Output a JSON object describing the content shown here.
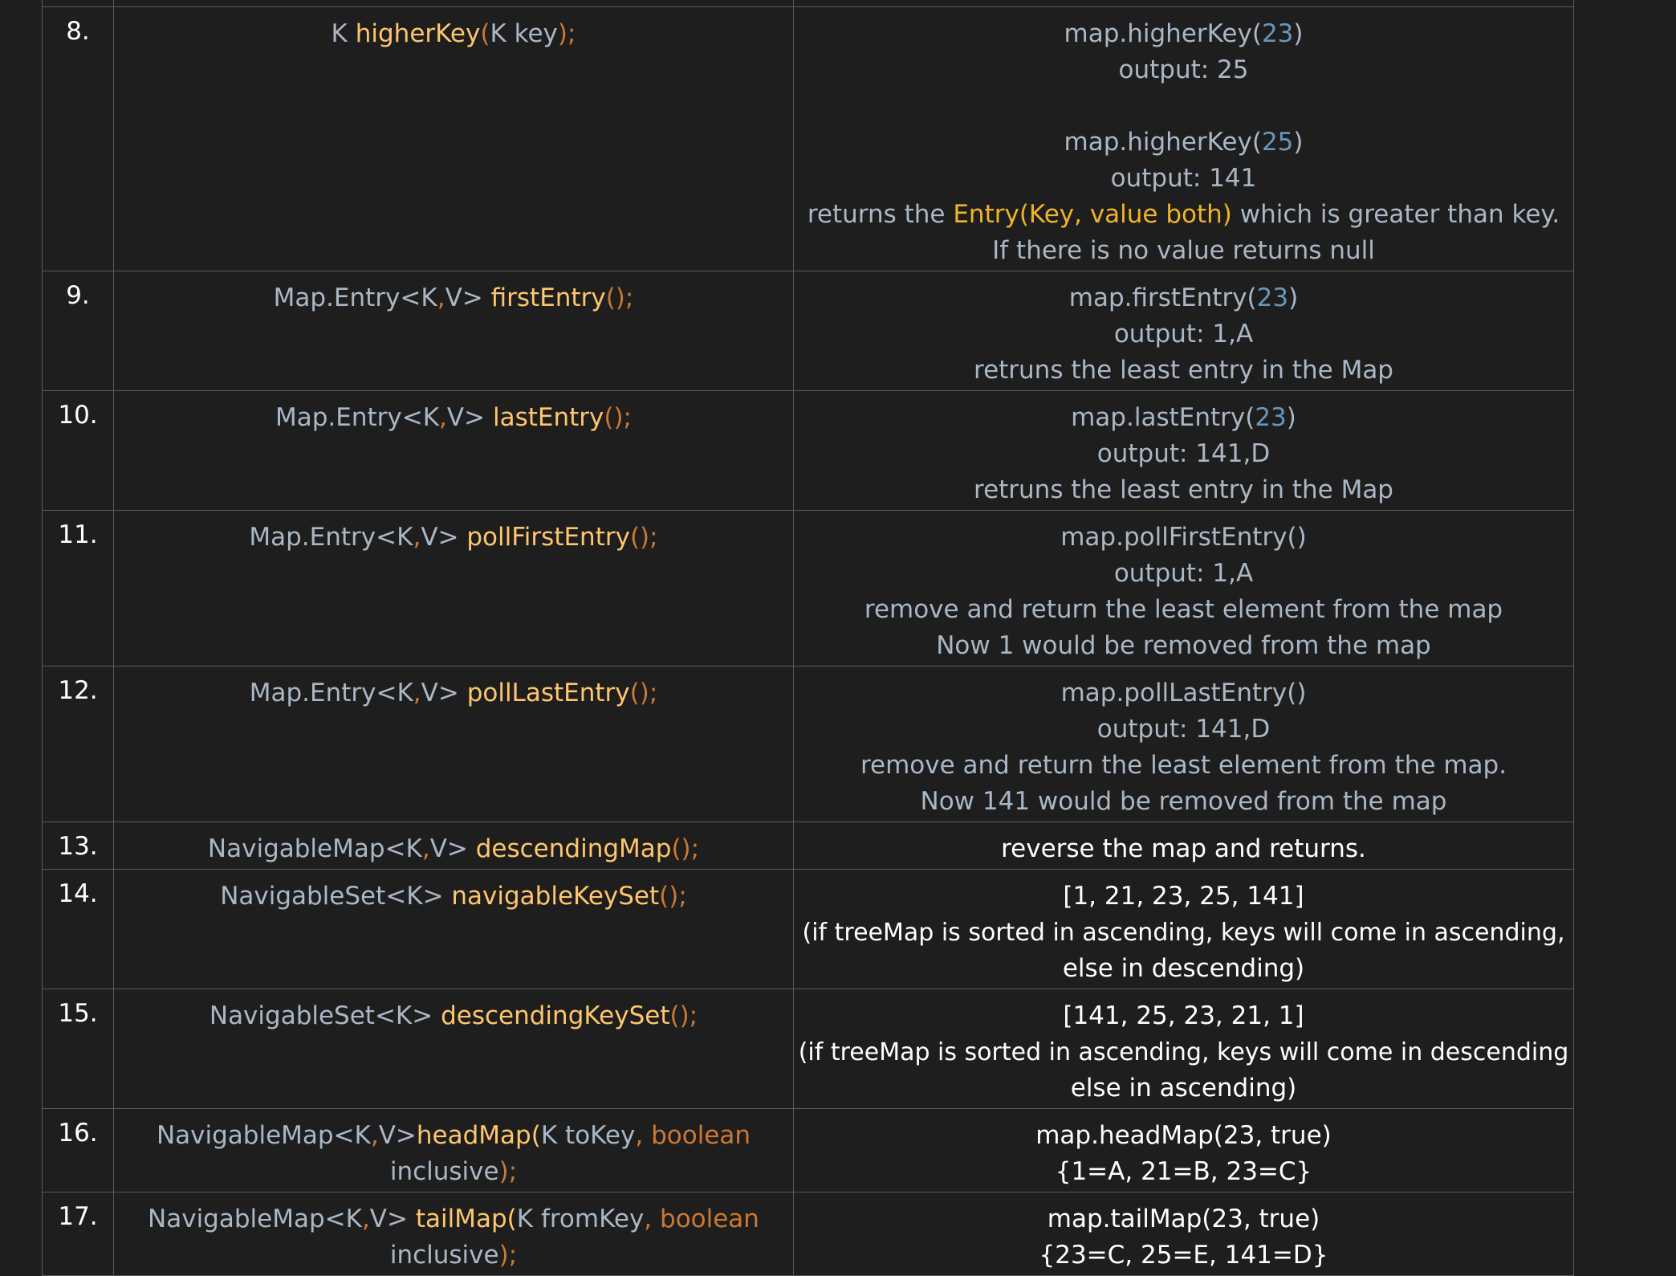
{
  "rows": [
    {
      "num": "8.",
      "sig": {
        "p1": "K ",
        "m": "higherKey",
        "p2": "(",
        "p3": "K key",
        "p4": ");"
      },
      "desc": {
        "l1a": "map.higherKey(",
        "l1n": "23",
        "l1b": ")",
        "l2": "output: 25",
        "l3a": "map.higherKey(",
        "l3n": "25",
        "l3b": ")",
        "l4": "output: 141",
        "l5a": "returns the  ",
        "l5h": "Entry(Key, value both)",
        "l5b": " which is greater than key. If there is no value returns null"
      }
    },
    {
      "num": "9.",
      "sig": {
        "p1": "Map.Entry<K",
        "p2": ",",
        "p3": "V> ",
        "m": "firstEntry",
        "p4": "();"
      },
      "desc": {
        "l1a": "map.firstEntry(",
        "l1n": "23",
        "l1b": ")",
        "l2": "output: 1,A",
        "l3": "retruns the least entry in the Map"
      }
    },
    {
      "num": "10.",
      "sig": {
        "p1": "Map.Entry<K",
        "p2": ",",
        "p3": "V> ",
        "m": "lastEntry",
        "p4": "();"
      },
      "desc": {
        "l1a": "map.lastEntry(",
        "l1n": "23",
        "l1b": ")",
        "l2": "output: 141,D",
        "l3": "retruns the least entry in the Map"
      }
    },
    {
      "num": "11.",
      "sig": {
        "p1": "Map.Entry<K",
        "p2": ",",
        "p3": "V> ",
        "m": "pollFirstEntry",
        "p4": "();"
      },
      "desc": {
        "l1": "map.pollFirstEntry()",
        "l2": "output: 1,A",
        "l3": "remove and return the least element from the map",
        "l4": "Now 1 would be removed from the map"
      }
    },
    {
      "num": "12.",
      "sig": {
        "p1": "Map.Entry<K",
        "p2": ",",
        "p3": "V> ",
        "m": "pollLastEntry",
        "p4": "();"
      },
      "desc": {
        "l1": "map.pollLastEntry()",
        "l2": "output: 141,D",
        "l3": "remove and return the least element from the map.",
        "l4": "Now 141 would be removed from the map"
      }
    },
    {
      "num": "13.",
      "sig": {
        "p1": "NavigableMap<K",
        "p2": ",",
        "p3": "V> ",
        "m": "descendingMap",
        "p4": "();"
      },
      "desc": {
        "l1": "reverse the map and returns."
      }
    },
    {
      "num": "14.",
      "sig": {
        "p1": "NavigableSet<K> ",
        "m": "navigableKeySet",
        "p4": "();"
      },
      "desc": {
        "l1": "[1, 21, 23, 25, 141]",
        "l2": "(if treeMap is sorted in ascending, keys will come in ascending,",
        "l3": "else in descending)"
      }
    },
    {
      "num": "15.",
      "sig": {
        "p1": "NavigableSet<K> ",
        "m": "descendingKeySet",
        "p4": "();"
      },
      "desc": {
        "l1": "[141, 25, 23, 21, 1]",
        "l2": "(if treeMap is sorted in ascending, keys will come in descending",
        "l3": "else in ascending)"
      }
    },
    {
      "num": "16.",
      "sig": {
        "p1": "NavigableMap<K",
        "p2": ",",
        "p3": "V>",
        "m": "headMap",
        "p5": "(",
        "p6": "K toKey",
        "p7": ", ",
        "kw": "boolean",
        "p8": "inclusive",
        "p9": ");"
      },
      "desc": {
        "l1": "map.headMap(23, true)",
        "l2": "{1=A, 21=B, 23=C}"
      }
    },
    {
      "num": "17.",
      "sig": {
        "p1": "NavigableMap<K",
        "p2": ",",
        "p3": "V> ",
        "m": "tailMap",
        "p5": "(",
        "p6": "K fromKey",
        "p7": ", ",
        "kw": "boolean",
        "p8": "inclusive",
        "p9": ");"
      },
      "desc": {
        "l1": "map.tailMap(23, true)",
        "l2": "{23=C, 25=E, 141=D}"
      }
    }
  ]
}
